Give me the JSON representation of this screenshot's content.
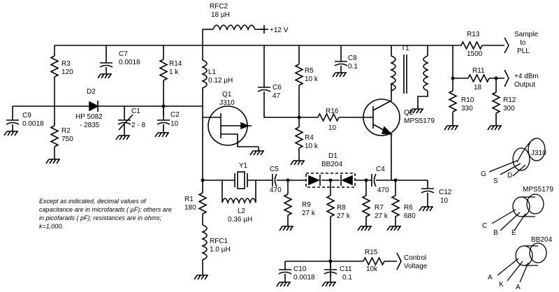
{
  "components": {
    "rfc2": {
      "ref": "RFC2",
      "value": "18 µH"
    },
    "supply": "+12 V",
    "r3": {
      "ref": "R3",
      "value": "120"
    },
    "c7": {
      "ref": "C7",
      "value": "0.0018"
    },
    "r14": {
      "ref": "R14",
      "value": "1 k"
    },
    "l1": {
      "ref": "L1",
      "value": "0.12 µH"
    },
    "q1": {
      "ref": "Q1",
      "value": "J310"
    },
    "c6": {
      "ref": "C6",
      "value": "47"
    },
    "r5": {
      "ref": "R5",
      "value": "10 k"
    },
    "c8": {
      "ref": "C8",
      "value": "0.1"
    },
    "t1": {
      "ref": "T1"
    },
    "r13": {
      "ref": "R13",
      "value": "1500"
    },
    "sample": {
      "line1": "Sample",
      "line2": "to",
      "line3": "PLL"
    },
    "r11": {
      "ref": "R11",
      "value": "18"
    },
    "output": {
      "line1": "+4 dBm",
      "line2": "Output"
    },
    "r10": {
      "ref": "R10",
      "value": "330"
    },
    "r12": {
      "ref": "R12",
      "value": "300"
    },
    "c9": {
      "ref": "C9",
      "value": "0.0018"
    },
    "d2": {
      "ref": "D2",
      "value1": "HP 5082",
      "value2": "- 2835"
    },
    "c1": {
      "ref": "C1",
      "value": "2 - 8"
    },
    "c2": {
      "ref": "C2",
      "value": "10"
    },
    "r16": {
      "ref": "R16",
      "value": "10"
    },
    "q2": {
      "ref": "Q2",
      "value": "MPS5179"
    },
    "r2": {
      "ref": "R2",
      "value": "750"
    },
    "r4": {
      "ref": "R4",
      "value": "10 k"
    },
    "d1": {
      "ref": "D1",
      "value": "BB204"
    },
    "y1": {
      "ref": "Y1"
    },
    "c5": {
      "ref": "C5",
      "value": "470"
    },
    "c4": {
      "ref": "C4",
      "value": "470"
    },
    "c12": {
      "ref": "C12",
      "value": "10"
    },
    "r1": {
      "ref": "R1",
      "value": "180"
    },
    "l2": {
      "ref": "L2",
      "value": "0.36 µH"
    },
    "r9": {
      "ref": "R9",
      "value": "27 k"
    },
    "r8": {
      "ref": "R8",
      "value": "27 k"
    },
    "r7": {
      "ref": "R7",
      "value": "27 k"
    },
    "r6": {
      "ref": "R6",
      "value": "680"
    },
    "rfc1": {
      "ref": "RFC1",
      "value": "1.0 µH"
    },
    "r15": {
      "ref": "R15",
      "value": "10k"
    },
    "control": {
      "line1": "Control",
      "line2": "Voltage"
    },
    "c10": {
      "ref": "C10",
      "value": "0.0018"
    },
    "c11": {
      "ref": "C11",
      "value": "0.1"
    }
  },
  "note": "Except as indicated, decimal values of capacitance are in microfarads ( µF); others are in picofarads ( pF); resistances are in ohms; k=1,000.",
  "pinouts": {
    "j310": {
      "title": "J310",
      "pins": [
        "G",
        "S",
        "D"
      ]
    },
    "mps5179": {
      "title": "MPS5179",
      "pins": [
        "C",
        "B",
        "E"
      ]
    },
    "bb204": {
      "title": "BB204",
      "pins": [
        "A",
        "K",
        "A"
      ]
    }
  }
}
